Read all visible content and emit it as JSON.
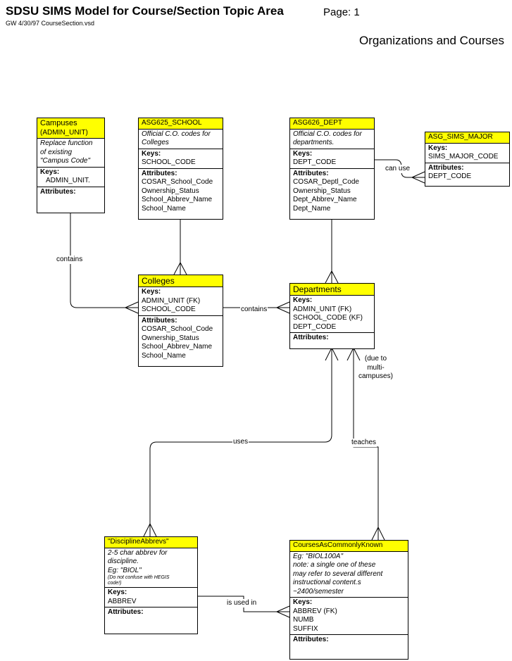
{
  "header": {
    "title": "SDSU SIMS Model for Course/Section Topic Area",
    "page": "Page: 1",
    "subtitle": "GW 4/30/97 CourseSection.vsd",
    "heading": "Organizations and Courses"
  },
  "section_labels": {
    "keys": "Keys:",
    "attributes": "Attributes:"
  },
  "entities": {
    "campuses": {
      "name_line1": "Campuses",
      "name_line2": "(ADMIN_UNIT)",
      "desc": [
        "Replace function",
        "of existing",
        "\"Campus Code\""
      ],
      "keys": [
        "ADMIN_UNIT."
      ],
      "attributes": []
    },
    "school": {
      "name": "ASG625_SCHOOL",
      "desc": [
        "Official C.O. codes for",
        "Colleges"
      ],
      "keys": [
        "SCHOOL_CODE"
      ],
      "attributes": [
        "COSAR_School_Code",
        "Ownership_Status",
        "School_Abbrev_Name",
        "School_Name"
      ]
    },
    "dept": {
      "name": "ASG626_DEPT",
      "desc": [
        "Official C.O. codes for",
        "departments."
      ],
      "keys": [
        "DEPT_CODE"
      ],
      "attributes": [
        "COSAR_Deptl_Code",
        "Ownership_Status",
        "Dept_Abbrev_Name",
        "Dept_Name"
      ]
    },
    "major": {
      "name": "ASG_SIMS_MAJOR",
      "keys": [
        "SIMS_MAJOR_CODE"
      ],
      "attributes": [
        "DEPT_CODE"
      ]
    },
    "colleges": {
      "name": "Colleges",
      "keys": [
        "ADMIN_UNIT (FK)",
        "SCHOOL_CODE"
      ],
      "attributes": [
        "COSAR_School_Code",
        "Ownership_Status",
        "School_Abbrev_Name",
        "School_Name"
      ]
    },
    "departments": {
      "name": "Departments",
      "keys": [
        "ADMIN_UNIT (FK)",
        "SCHOOL_CODE (KF)",
        "DEPT_CODE"
      ],
      "attributes": []
    },
    "discipline": {
      "name": "\"DisciplineAbbrevs\"",
      "desc": [
        "2-5 char abbrev for",
        "discipline.",
        "Eg: \"BIOL\""
      ],
      "desc_small": [
        "(Do not confuse with HEGIS",
        "code!)"
      ],
      "keys": [
        "ABBREV"
      ],
      "attributes": []
    },
    "courses": {
      "name": "CoursesAsCommonlyKnown",
      "desc": [
        "Eg: \"BIOL100A\"",
        "note: a single one of these",
        "may refer to several different",
        "instructional content.s",
        "~2400/semester"
      ],
      "keys": [
        "ABBREV (FK)",
        "NUMB",
        "SUFFIX"
      ],
      "attributes": []
    }
  },
  "relationships": {
    "campus_colleges": "contains",
    "colleges_departments": "contains",
    "dept_major": "can use",
    "departments_discipline": "uses",
    "departments_courses": "teaches",
    "departments_courses_note": [
      "(due to",
      "multi-",
      "campuses)"
    ],
    "discipline_courses": "is used in"
  },
  "colors": {
    "header_fill": "#ffff00",
    "line": "#000000",
    "background": "#ffffff"
  }
}
